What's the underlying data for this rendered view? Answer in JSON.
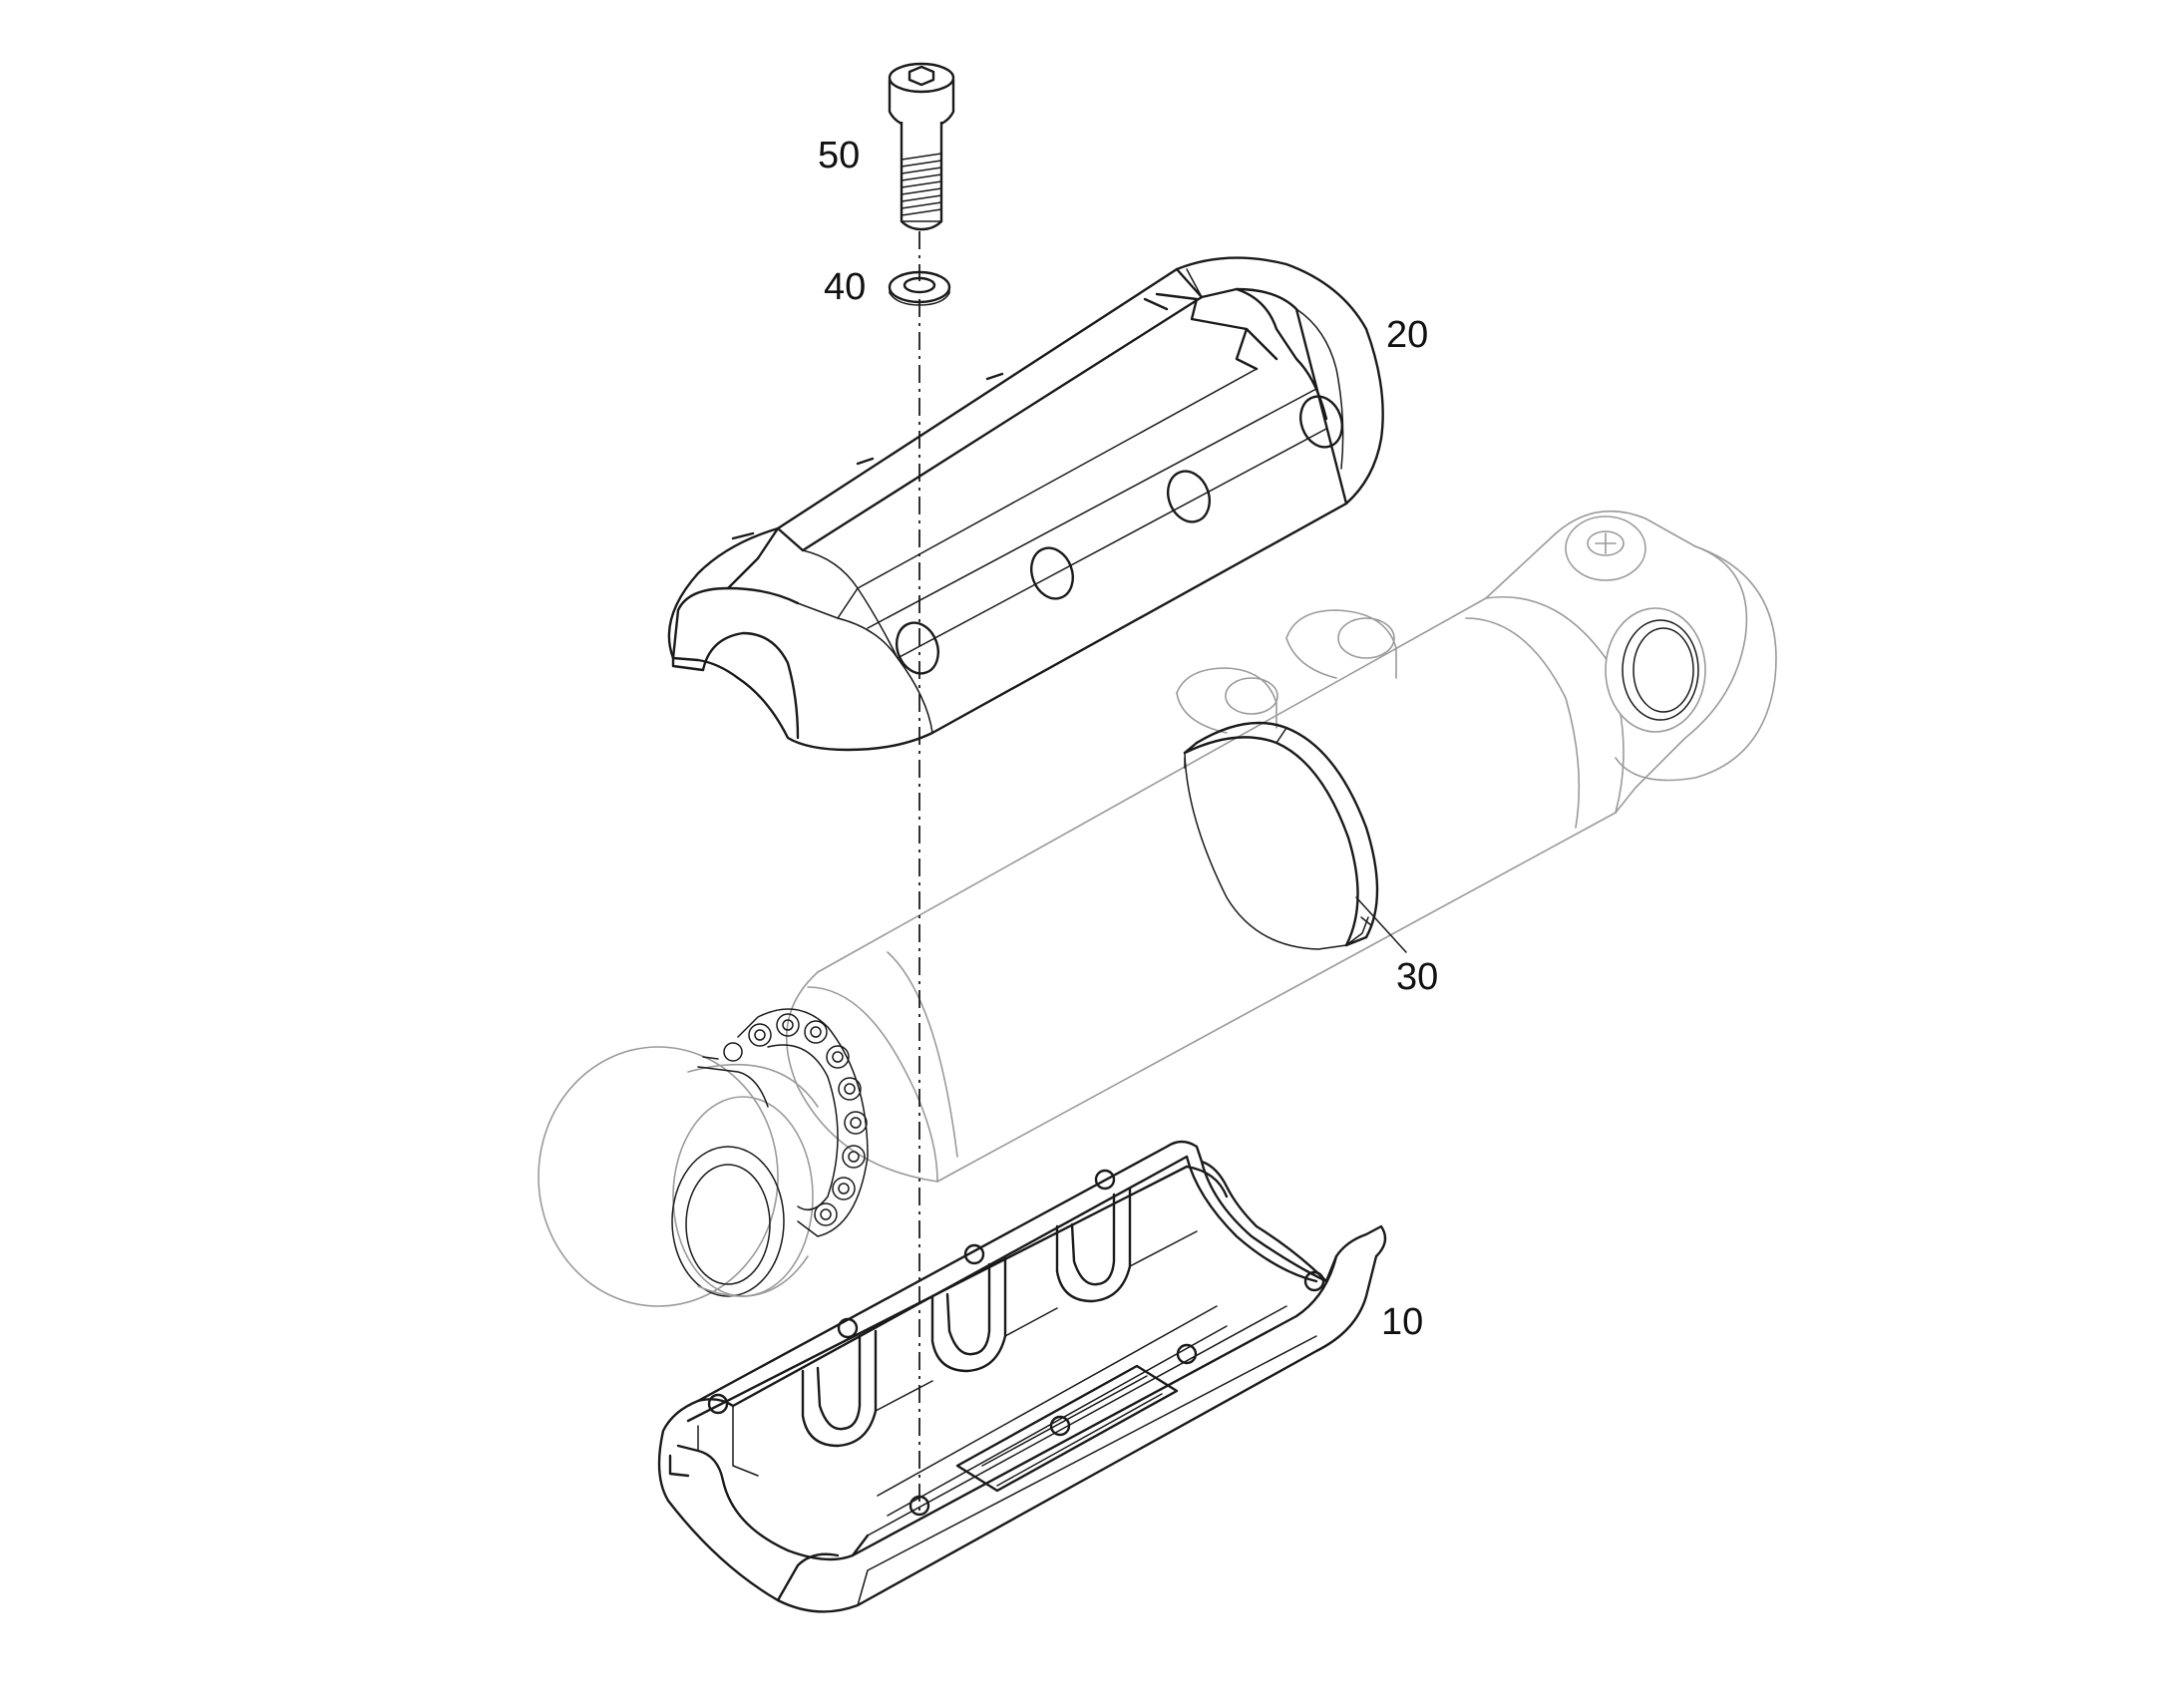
{
  "callouts": [
    {
      "id": "part-50",
      "label": "50"
    },
    {
      "id": "part-40",
      "label": "40"
    },
    {
      "id": "part-20",
      "label": "20"
    },
    {
      "id": "part-30",
      "label": "30"
    },
    {
      "id": "part-10",
      "label": "10"
    }
  ],
  "colors": {
    "line": "#1a1a1a",
    "faint_line": "#9a9a9a",
    "background": "#ffffff"
  }
}
